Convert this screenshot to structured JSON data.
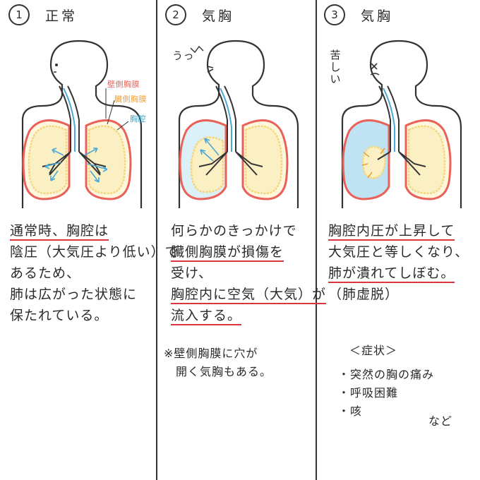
{
  "panels": [
    {
      "number": "1",
      "title": "正常",
      "labels": {
        "parietal_pleura": "壁側胸膜",
        "visceral_pleura": "臓側胸膜",
        "pleural_cavity": "胸腔"
      },
      "text_lines": [
        "通常時、胸腔は",
        "陰圧（大気圧より低い）で",
        "あるため、",
        "肺は広がった状態に",
        "保たれている。"
      ]
    },
    {
      "number": "2",
      "title": "気胸",
      "exclamation": "うっ",
      "text_lines": [
        "何らかのきっかけで",
        "臓側胸膜が損傷を",
        "受け、",
        "胸腔内に空気（大気）が",
        "流入する。"
      ],
      "note_lines": [
        "※壁側胸膜に穴が",
        "　開く気胸もある。"
      ]
    },
    {
      "number": "3",
      "title": "気胸",
      "exclamation": "苦しい",
      "text_lines": [
        "胸腔内圧が上昇して",
        "大気圧と等しくなり、",
        "肺が潰れてしぼむ。",
        "（肺虚脱）"
      ],
      "symptoms_heading": "＜症状＞",
      "symptoms": [
        "・突然の胸の痛み",
        "・呼吸困難",
        "・咳"
      ],
      "symptoms_etc": "など"
    }
  ],
  "colors": {
    "pleura_red": "#e8625a",
    "lung_yellow": "#f3d77a",
    "lung_fill": "#fbefc4",
    "air_blue": "#bfe3f2",
    "arrow_blue": "#4aa9d8",
    "underline_red": "#d9363e",
    "label_orange": "#f0a23a",
    "label_teal": "#3aa8c9"
  }
}
